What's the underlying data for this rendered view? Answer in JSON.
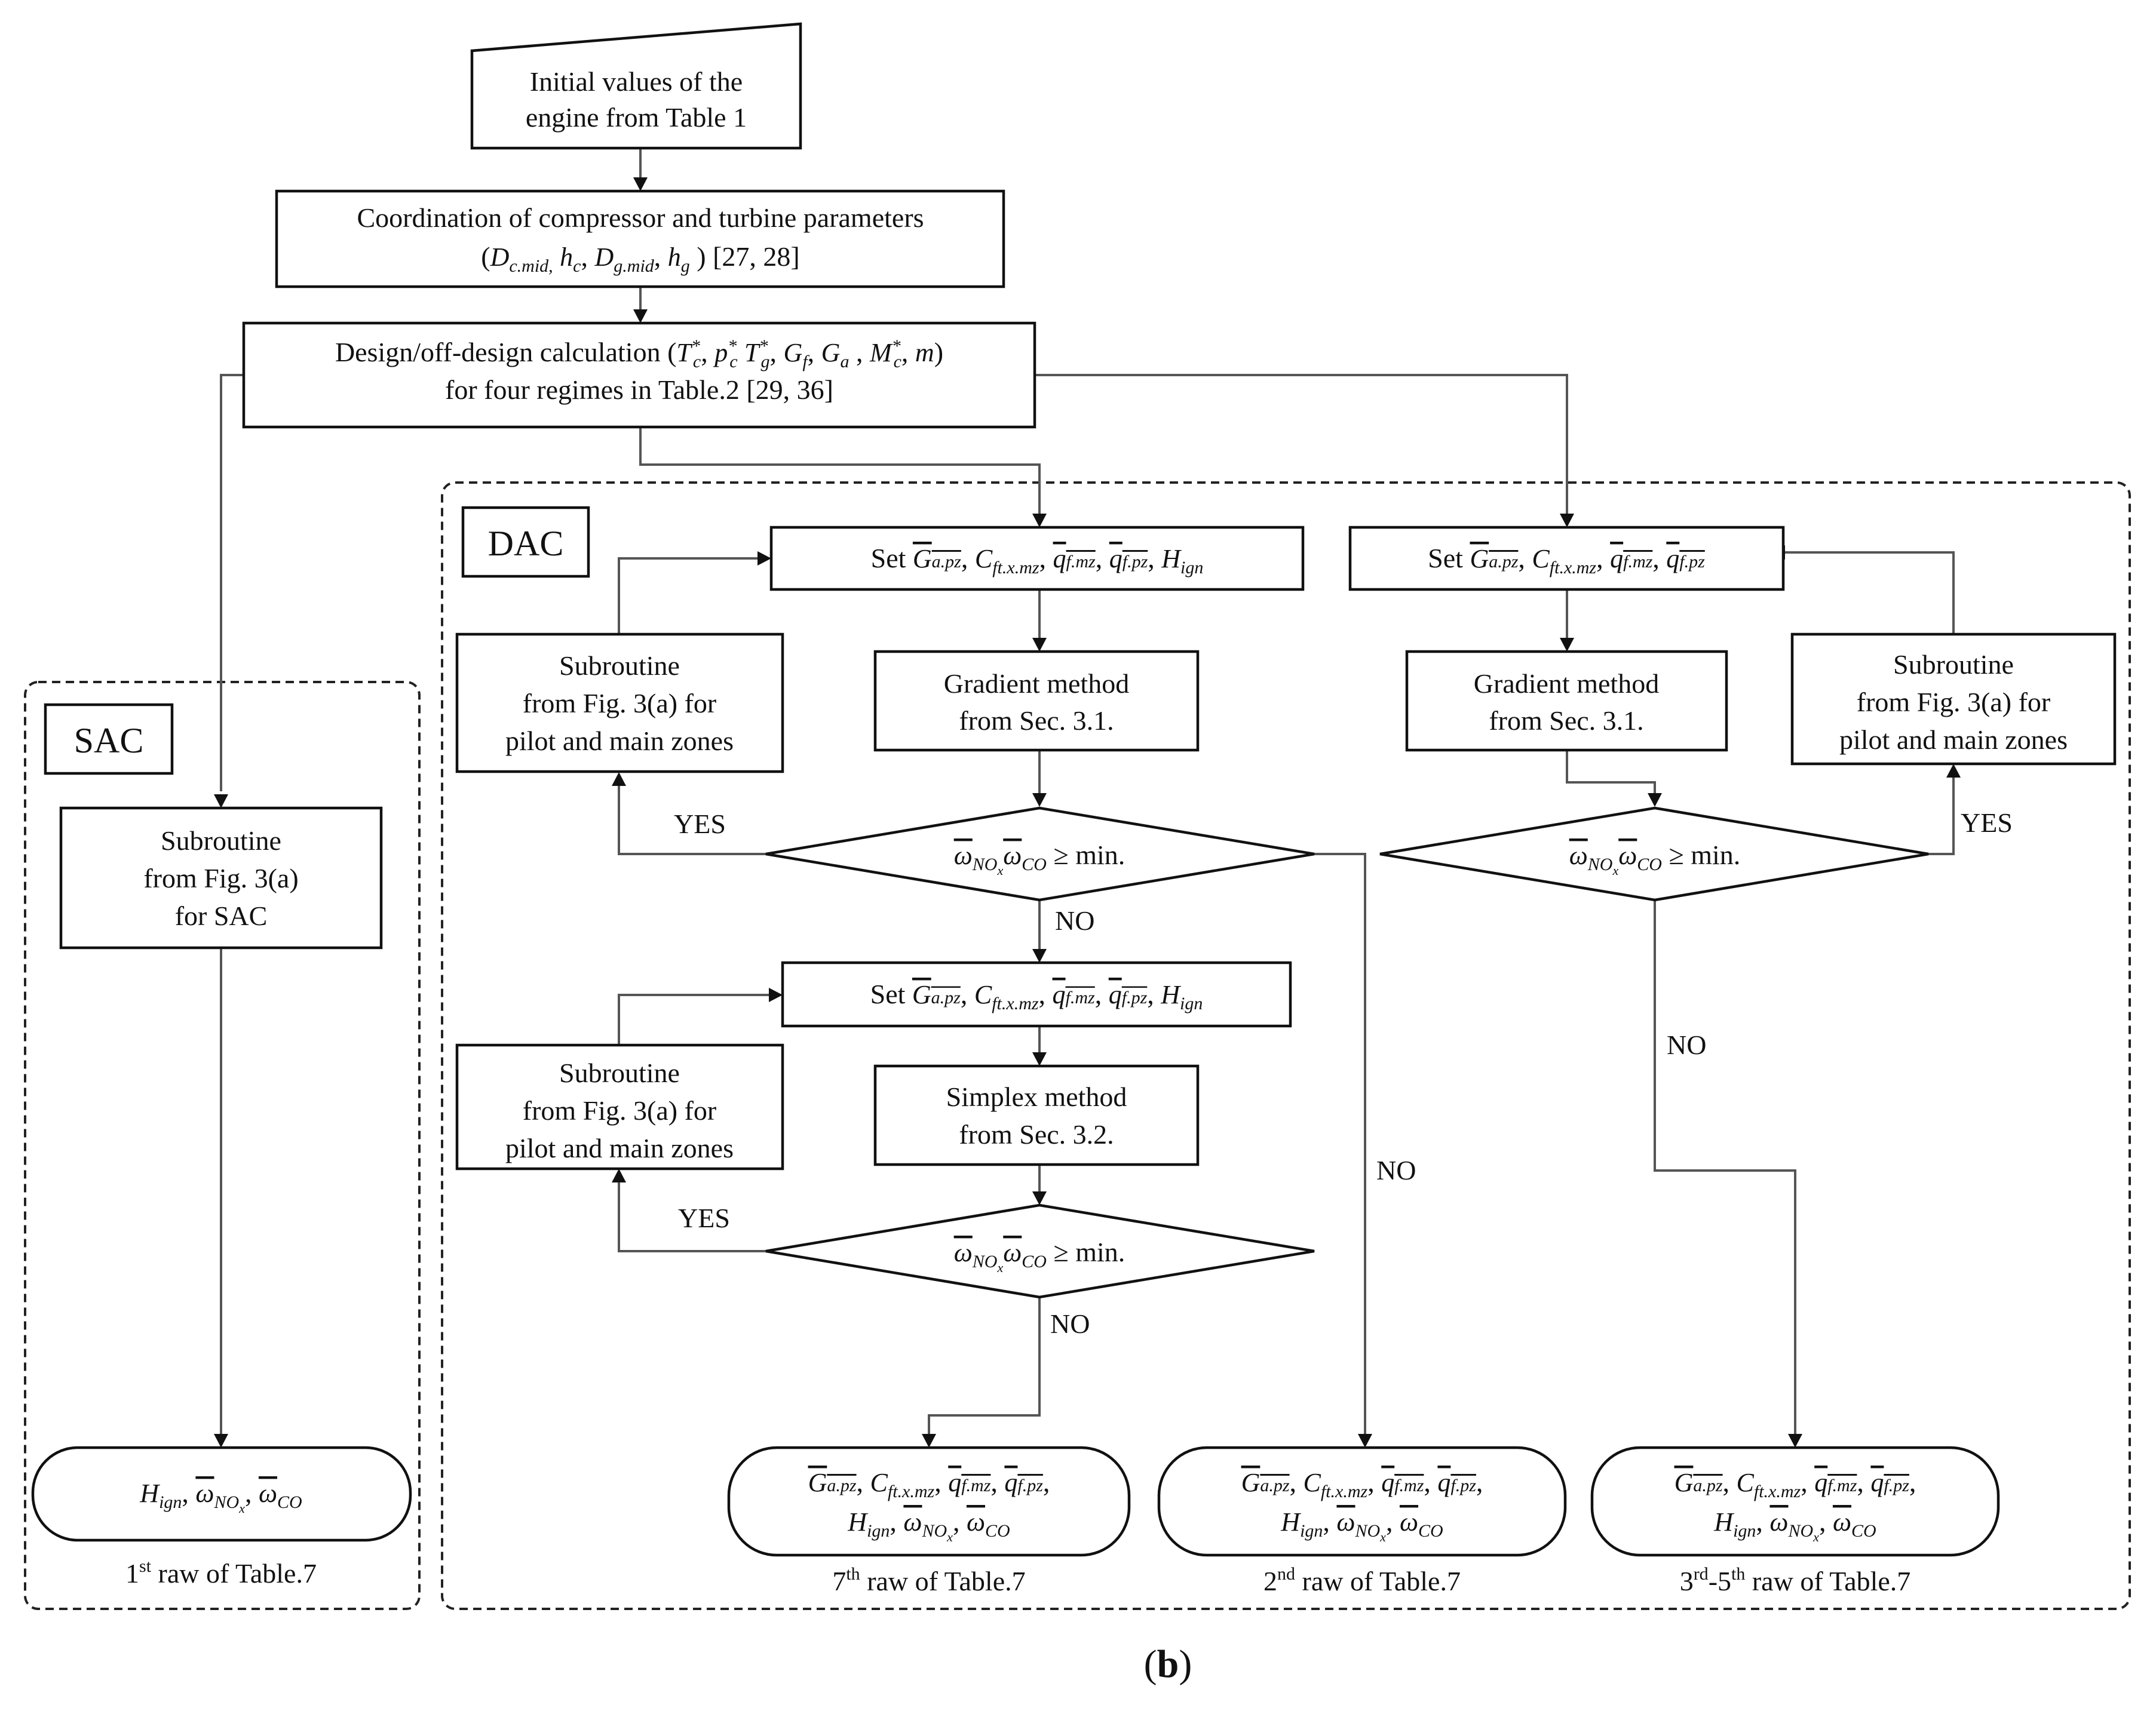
{
  "blocks": {
    "initial": [
      "Initial values of the",
      "engine from Table 1"
    ],
    "coordination": {
      "line1": "Coordination of compressor and turbine parameters",
      "ref": "[27, 28]"
    },
    "design": {
      "line1_prefix": "Design/off-design calculation",
      "line2": "for four regimes in Table.2 [29, 36]"
    },
    "set_word": "Set",
    "gradient": [
      "Gradient method",
      "from Sec. 3.1."
    ],
    "simplex": [
      "Simplex method",
      "from Sec. 3.2."
    ],
    "subroutine_zones": [
      "Subroutine",
      "from Fig. 3(a) for",
      "pilot and main zones"
    ],
    "subroutine_sac": [
      "Subroutine",
      "from Fig. 3(a)",
      "for SAC"
    ],
    "condition_suffix": "≥ min."
  },
  "groups": {
    "sac": "SAC",
    "dac": "DAC"
  },
  "edge_labels": {
    "yes": "YES",
    "no": "NO"
  },
  "outputs": {
    "first": "1",
    "first_sup": "st",
    "seventh": "7",
    "seventh_sup": "th",
    "second": "2",
    "second_sup": "nd",
    "third": "3",
    "third_sup": "rd",
    "fifth": "-5",
    "fifth_sup": "th",
    "raw_suffix": " raw of Table.7"
  },
  "caption": {
    "open": "(",
    "letter": "b",
    "close": ")"
  }
}
